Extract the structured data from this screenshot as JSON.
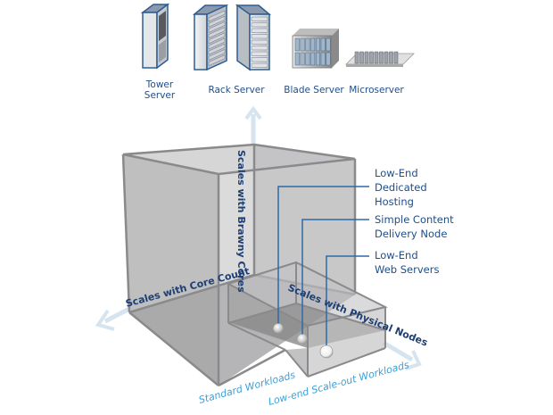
{
  "server_types": [
    {
      "label_lines": [
        "Tower",
        "Server"
      ],
      "icon": "tower-server-icon"
    },
    {
      "label_lines": [
        "Rack Server"
      ],
      "icon": "rack-server-icon"
    },
    {
      "label_lines": [
        "Blade Server"
      ],
      "icon": "blade-server-icon"
    },
    {
      "label_lines": [
        "Microserver"
      ],
      "icon": "microserver-icon"
    }
  ],
  "axes": {
    "vertical": "Scales with Brawny Cores",
    "left": "Scales with Core Count",
    "right": "Scales with Physical Nodes"
  },
  "workloads": {
    "standard": "Standard Workloads",
    "scale_out": "Low-end Scale-out Workloads"
  },
  "callouts": [
    {
      "lines": [
        "Low-End",
        "Dedicated",
        "Hosting"
      ]
    },
    {
      "lines": [
        "Simple Content",
        "Delivery Node"
      ]
    },
    {
      "lines": [
        "Low-End",
        "Web Servers"
      ]
    }
  ],
  "colors": {
    "label_dark": "#1f4e8a",
    "label_light": "#3aa0d8",
    "box_edge": "#8a8a8c",
    "arrow": "#cfe0ee"
  }
}
